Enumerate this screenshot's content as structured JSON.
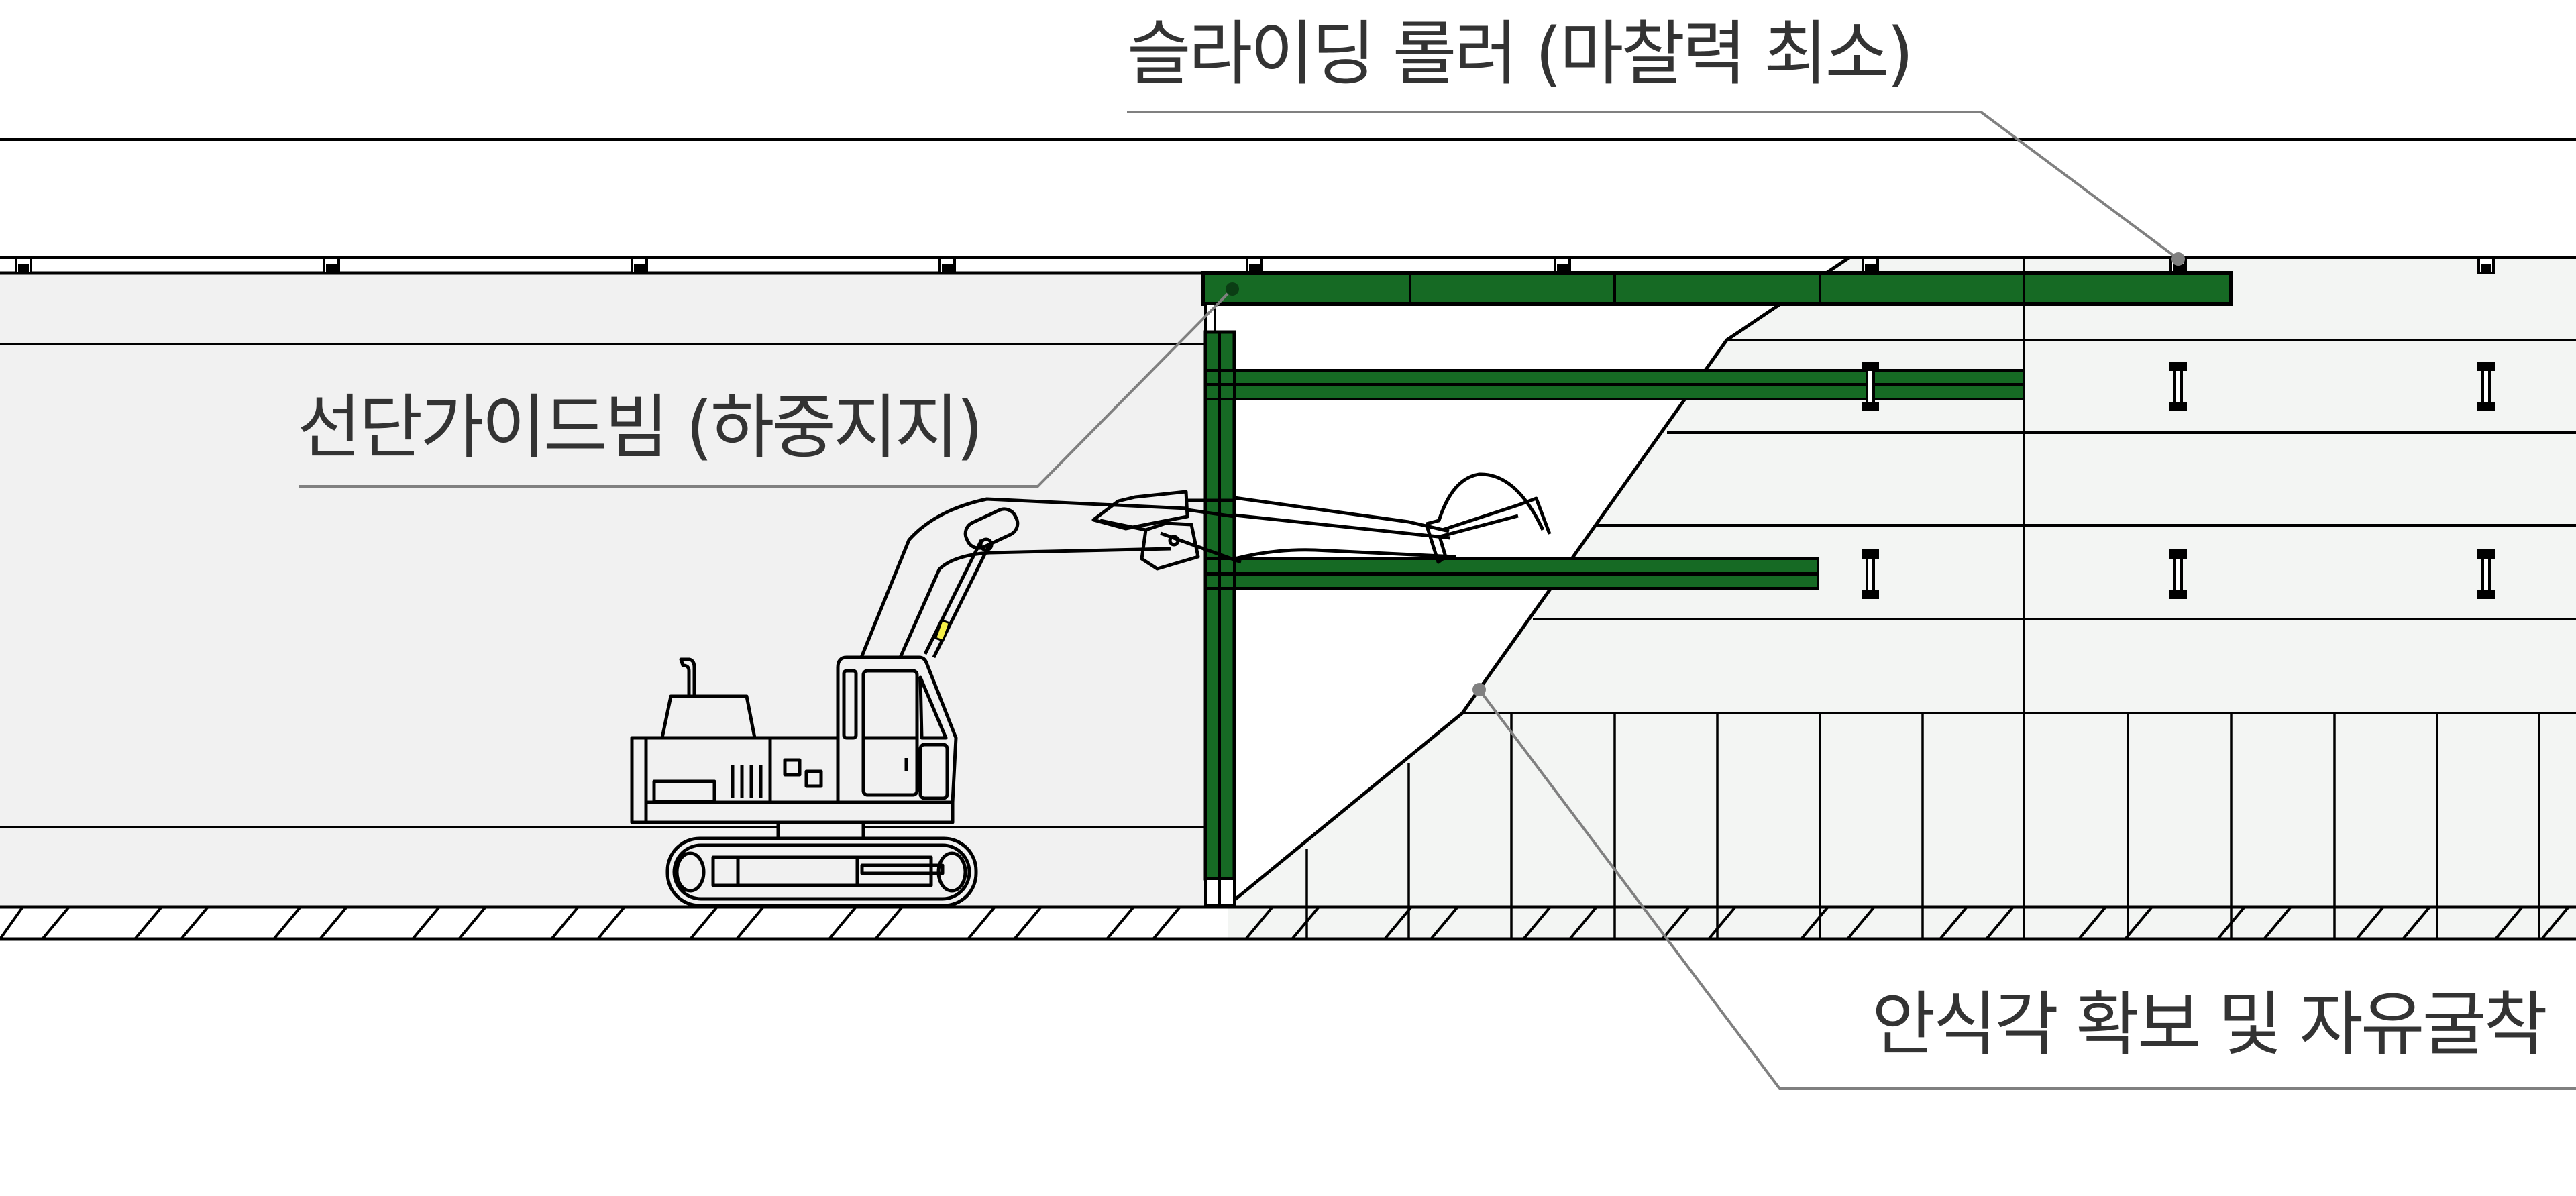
{
  "diagram": {
    "title": "Shield excavation with sliding guide beam system (cross-section)",
    "colors": {
      "steel_green": "#166a24",
      "outline": "#000000",
      "leader": "#808080",
      "label_text": "#333333",
      "left_tunnel_fill": "#f1f1f1",
      "soil_fill": "#f3f5f3",
      "background": "#ffffff"
    },
    "labels": {
      "sliding_roller": "슬라이딩 롤러 (마찰력 최소)",
      "guide_beam": "선단가이드빔 (하중지지)",
      "excavation": "안식각 확보 및 자유굴착"
    },
    "components": [
      {
        "name": "sliding-roller",
        "description": "rollers on top of guide beam"
      },
      {
        "name": "front-guide-beam",
        "description": "green steel beams supporting load"
      },
      {
        "name": "excavator",
        "description": "excavator digging at face"
      },
      {
        "name": "soil-face",
        "description": "angle of repose slope, free excavation"
      },
      {
        "name": "i-section-supports",
        "description": "steel I-sections embedded in soil"
      },
      {
        "name": "ground-hatch",
        "description": "hatched base slab"
      }
    ]
  }
}
